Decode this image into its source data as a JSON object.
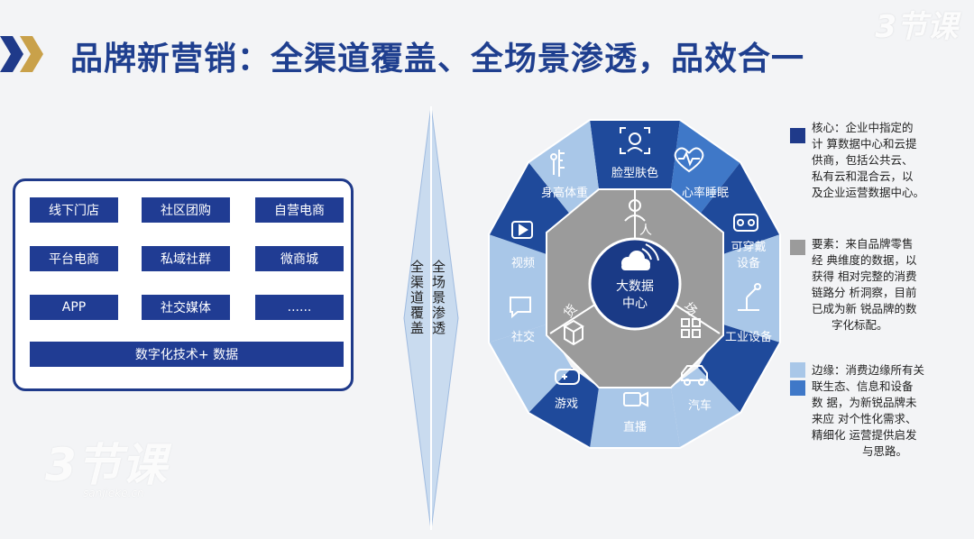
{
  "title": "品牌新营销：全渠道覆盖、全场景渗透，品效合一",
  "watermark": {
    "top": "3节课",
    "bottom": "3节课",
    "url": "sanjieke.cn"
  },
  "channels": {
    "row1": [
      "线下门店",
      "社区团购",
      "自营电商"
    ],
    "row2": [
      "平台电商",
      "私域社群",
      "微商城"
    ],
    "row3": [
      "APP",
      "社交媒体",
      "......"
    ],
    "base": "数字化技术+ 数据"
  },
  "strip": {
    "left": "全渠道覆盖",
    "right": "全场景渗透"
  },
  "diagram": {
    "center": [
      "大数据",
      "中心"
    ],
    "inner": {
      "person": "人",
      "goods": "货",
      "scene": "场"
    },
    "segments": {
      "face": "脸型肤色",
      "heart": "心率睡眠",
      "wearable": [
        "可穿戴",
        "设备"
      ],
      "industrial": "工业设备",
      "car": "汽车",
      "live": "直播",
      "game": "游戏",
      "social": "社交",
      "video": "视频",
      "body": "身高体重"
    }
  },
  "legend": {
    "core": [
      "核心：企业中指定的",
      "计 算数据中心和云提",
      "供商，包括公共云、",
      "私有云和混合云，以",
      "及企业运营数据中心。"
    ],
    "elements": [
      "要素：来自品牌零售",
      "经 典维度的数据，以",
      "获得 相对完整的消费",
      "链路分 析洞察，目前",
      "已成为新 锐品牌的数",
      "字化标配。"
    ],
    "edge": [
      "边缘：消费边缘所有关",
      "联生态、信息和设备",
      "数 据，为新锐品牌未",
      "来应 对个性化需求、",
      "精细化 运营提供启发",
      "与思路。"
    ]
  },
  "colors": {
    "title": "#1f3f8f",
    "dark_blue": "#1f4a9b",
    "mid_blue": "#3f78c8",
    "light_blue": "#a9c7e8",
    "gray": "#9b9b9b",
    "center_navy": "#1a3a86"
  }
}
